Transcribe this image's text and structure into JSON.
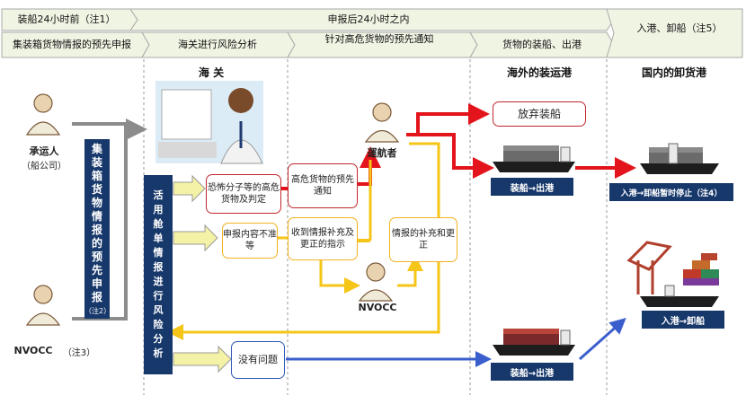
{
  "header_row1": {
    "seg1": "装船24小时前（注1）",
    "seg2": "申报后24小时之内"
  },
  "header_row2": {
    "seg1": "集装箱货物情报的预先申报",
    "seg2": "海关进行风险分析",
    "seg3": "针对高危货物的预先通知",
    "seg4": "货物的装船、出港",
    "seg5": "入港、卸船（注5）"
  },
  "sections": {
    "customs": "海 关",
    "overseas_port": "海外的装运港",
    "domestic_port": "国内的卸货港"
  },
  "actors": {
    "carrier_name": "承运人",
    "carrier_sub": "（船公司）",
    "nvocc_left_name": "NVOCC",
    "nvocc_left_note": "（注3）",
    "operator": "運航者",
    "nvocc_center": "NVOCC"
  },
  "left_bar": {
    "text": "集装箱货物情报的预先申报",
    "note": "（注2）"
  },
  "customs_bar": {
    "text": "活用舱单情报进行风险分析"
  },
  "boxes": {
    "terror": "恐怖分子等的高危货物及判定",
    "declaration": "申报内容不准等",
    "no_problem": "没有问题",
    "high_risk_notice": "高危货物的预先通知",
    "received": "收到情报补充及更正的指示",
    "supplement": "情报的补充和更正",
    "abandon": "放弃装船"
  },
  "labels": {
    "load_depart_top": "装船→出港",
    "load_depart_bottom": "装船→出港",
    "arrive_suspend": "入港→卸船暂时停止（注4）",
    "arrive_unload": "入港→卸船"
  },
  "colors": {
    "red_flow": "#e3141b",
    "yellow_flow": "#f5c518",
    "blue_flow": "#3a5fcd",
    "gray_flow": "#8c8c8c",
    "navy": "#17386b"
  }
}
